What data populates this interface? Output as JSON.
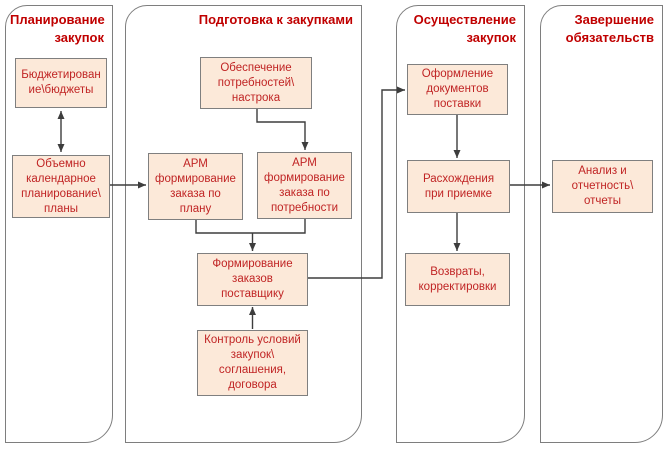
{
  "diagram": {
    "type": "flowchart-swimlanes",
    "language": "ru",
    "colors": {
      "box_fill": "#fce9d9",
      "box_border": "#7f7f7f",
      "box_text": "#c02424",
      "lane_border": "#7e7e7e",
      "lane_title_text": "#c00000",
      "connector": "#3d3d3d",
      "background": "#ffffff"
    },
    "lanes": [
      {
        "title": "Планирование\nзакупок",
        "boxes": [
          {
            "label": "Бюджетирован\nие\\бюджеты"
          },
          {
            "label": "Объемно\nкалендарное\nпланирование\\\nпланы"
          }
        ]
      },
      {
        "title": "Подготовка к закупками",
        "boxes": [
          {
            "label": "Обеспечение\nпотребностей\\\nнастрока"
          },
          {
            "label": "АРМ\nформирование\nзаказа по\nплану"
          },
          {
            "label": "АРМ\nформирование\nзаказа по\nпотребности"
          },
          {
            "label": "Формирование\nзаказов\nпоставщику"
          },
          {
            "label": "Контроль условий\nзакупок\\\nсоглашения,\nдоговора"
          }
        ]
      },
      {
        "title": "Осуществление\nзакупок",
        "boxes": [
          {
            "label": "Оформление\nдокументов\nпоставки"
          },
          {
            "label": "Расхождения\nпри приемке"
          },
          {
            "label": "Возвраты,\nкорректировки"
          }
        ]
      },
      {
        "title": "Завершение\nобязательств",
        "boxes": [
          {
            "label": "Анализ и\nотчетность\\\nотчеты"
          }
        ]
      }
    ],
    "connections": [
      {
        "from": "box-budgeting",
        "to": "box-volume-calendar-planning",
        "style": "double-arrow"
      },
      {
        "from": "box-volume-calendar-planning",
        "to": "box-arm-order-by-plan"
      },
      {
        "from": "box-needs-provision",
        "to": "box-arm-order-by-need"
      },
      {
        "from": "box-arm-order-by-plan+box-arm-order-by-need",
        "to": "box-supplier-orders-formation"
      },
      {
        "from": "box-purchase-terms-control",
        "to": "box-supplier-orders-formation"
      },
      {
        "from": "box-supplier-orders-formation",
        "to": "box-delivery-documents"
      },
      {
        "from": "box-delivery-documents",
        "to": "box-acceptance-discrepancies"
      },
      {
        "from": "box-acceptance-discrepancies",
        "to": "box-returns-corrections"
      },
      {
        "from": "box-acceptance-discrepancies",
        "to": "box-analysis-reporting"
      }
    ]
  }
}
